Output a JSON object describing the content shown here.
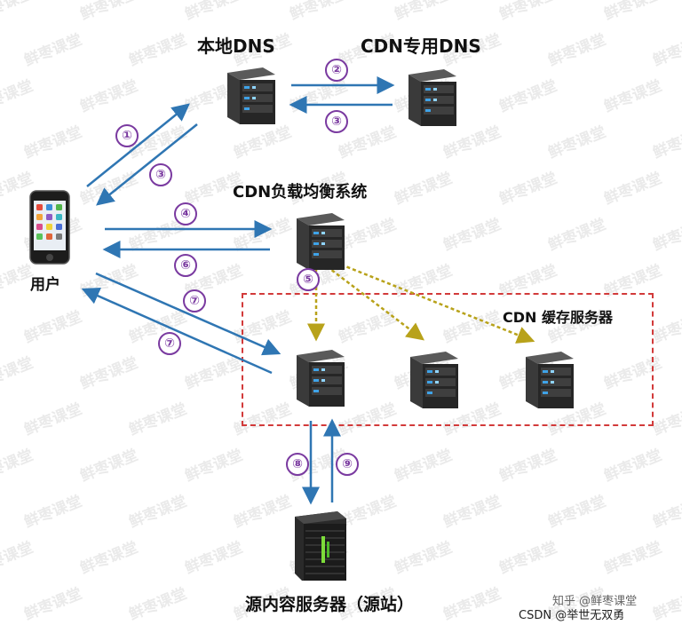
{
  "labels": {
    "local_dns": "本地DNS",
    "cdn_dns": "CDN专用DNS",
    "load_balancer": "CDN负载均衡系统",
    "user": "用户",
    "cache_servers": "CDN 缓存服务器",
    "origin_server": "源内容服务器（源站）"
  },
  "steps": {
    "s1": "①",
    "s2": "②",
    "s3a": "③",
    "s3b": "③",
    "s4": "④",
    "s5": "⑤",
    "s6": "⑥",
    "s7a": "⑦",
    "s7b": "⑦",
    "s8": "⑧",
    "s9": "⑨"
  },
  "watermark": "鲜枣课堂",
  "footer": {
    "source": "知乎 @鲜枣课堂",
    "csdn": "CSDN @举世无双勇"
  },
  "colors": {
    "arrow_blue": "#2f76b3",
    "arrow_dotted": "#b8a21a",
    "dashed_box": "#d23a3a",
    "step_circle": "#7a3aa0"
  },
  "icons": {
    "servers": "server-icon",
    "phone": "smartphone-icon",
    "origin": "rack-server-icon"
  }
}
